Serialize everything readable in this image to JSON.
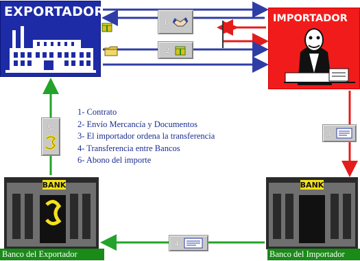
{
  "exporter": {
    "title": "EXPORTADOR",
    "color": "#1d2ba6"
  },
  "importer": {
    "title": "IMPORTADOR",
    "color": "#f21b1b"
  },
  "banks": {
    "exporter_bank": {
      "sign": "BANK",
      "label": "Banco del Exportador"
    },
    "importer_bank": {
      "sign": "BANK",
      "label": "Banco del Importador"
    }
  },
  "steps": {
    "step1": {
      "label": "1-",
      "icon": "handshake-icon"
    },
    "step2": {
      "label": "2-",
      "icon": "package-icon"
    },
    "step3": {
      "label": "3-",
      "icon": "document-icon"
    },
    "step4": {
      "label": "4-",
      "icon": "document-icon"
    },
    "step5": {
      "label": "5-",
      "icon": "money-bag-icon"
    }
  },
  "legend": [
    "1- Contrato",
    "2- Envío Mercancía y Documentos",
    "3- El importador ordena la transferencia",
    "4- Transferencia entre Bancos",
    "6- Abono del importe"
  ],
  "colors": {
    "flow_blue": "#2e3da6",
    "flow_red": "#e41c1c",
    "flow_green": "#22a32a",
    "step_box": "#c9c9c9",
    "legend_text": "#1b2c8f"
  }
}
